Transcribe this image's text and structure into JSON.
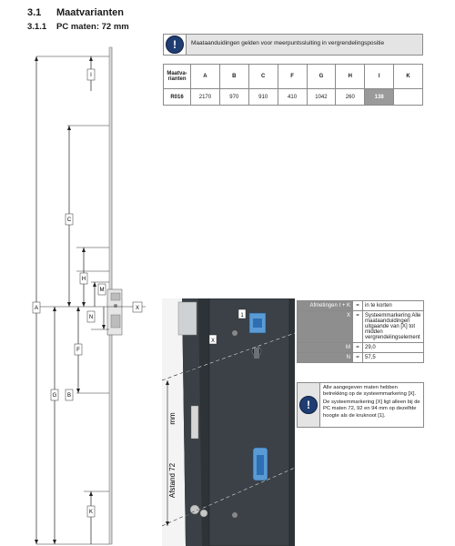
{
  "section": {
    "number": "3.1",
    "title": "Maatvarianten"
  },
  "subsection": {
    "number": "3.1.1",
    "title": "PC maten: 72 mm"
  },
  "banner": {
    "text": "Maataanduidingen gelden voor meerpuntssluiting in vergrendelingspositie",
    "icon": "info-icon"
  },
  "size_table": {
    "header_label": [
      "Maatva-",
      "rianten"
    ],
    "columns": [
      "A",
      "B",
      "C",
      "F",
      "G",
      "H",
      "I",
      "K"
    ],
    "rows": [
      {
        "label": "R016",
        "values": [
          "2170",
          "970",
          "910",
          "410",
          "1042",
          "260",
          "138",
          ""
        ]
      }
    ]
  },
  "drawing": {
    "dimension_labels": [
      "I",
      "C",
      "H",
      "M",
      "N",
      "F",
      "A",
      "G",
      "B",
      "K",
      "X"
    ]
  },
  "photo": {
    "axis_label": "Afstand 72",
    "unit_label": "mm",
    "markers": [
      "1",
      "X"
    ]
  },
  "legend": [
    {
      "key": "Afmetingen I + K",
      "value": "in te korten"
    },
    {
      "key": "X",
      "value": "Systeemmarkering Alle maataanduidingen uitgaande van [X] tot midden vergrendelingselement"
    },
    {
      "key": "M",
      "value": "29,0"
    },
    {
      "key": "N",
      "value": "57,5"
    }
  ],
  "note": {
    "icon": "info-icon",
    "lines": [
      "Alle aangegeven maten hebben betrekking op de systeemmarkering [X].",
      "De systeemmarkering [X] ligt alleen bij de PC maten 72, 92 en 94 mm op dezelfde hoogte als de kruknoot [1]."
    ]
  }
}
